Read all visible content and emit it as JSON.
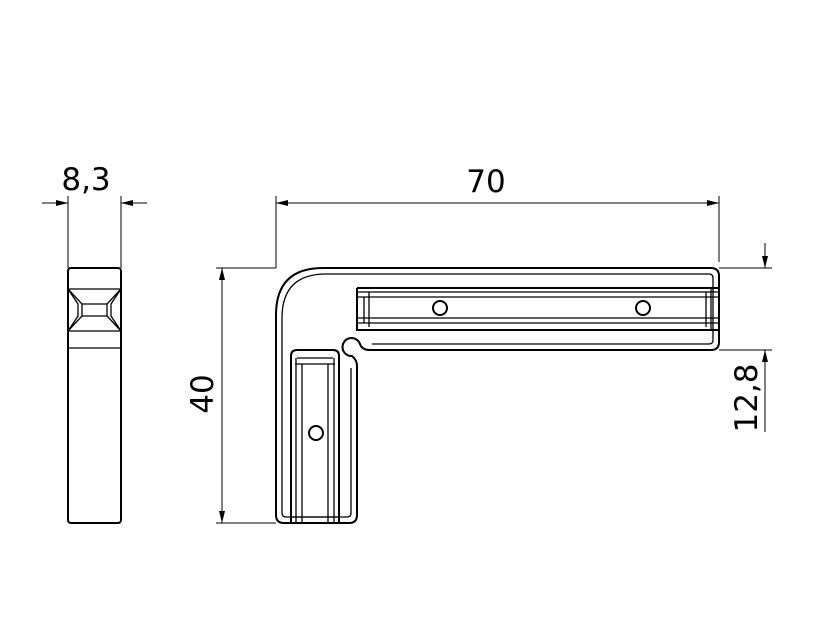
{
  "dimensions": {
    "side_width": "8,3",
    "total_length": "70",
    "total_height": "40",
    "profile_width": "12,8"
  },
  "colors": {
    "line": "#000000",
    "background": "#ffffff"
  }
}
